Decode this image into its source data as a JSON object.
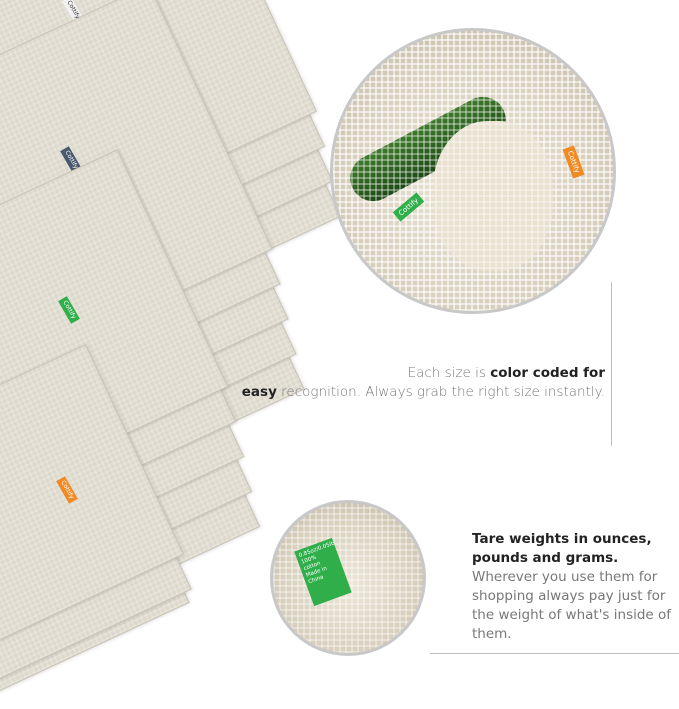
{
  "brand_tag": "Cottify",
  "tag_colors": {
    "white": "#f2f2f2",
    "navy": "#4a5a6e",
    "green": "#2fae4a",
    "orange": "#f08a24"
  },
  "callout1": {
    "pre": "Each size is ",
    "bold1": "color coded for",
    "bold2": "easy",
    "post": " recognition. Always grab the right size instantly."
  },
  "callout2": {
    "heading": "Tare weights in ounces, pounds and grams.",
    "body": "Wherever you use them for shopping always pay just for the weight of what's inside of them."
  },
  "label_text": "0.85oz/0.05lb/24g 100% cotton Made in China"
}
